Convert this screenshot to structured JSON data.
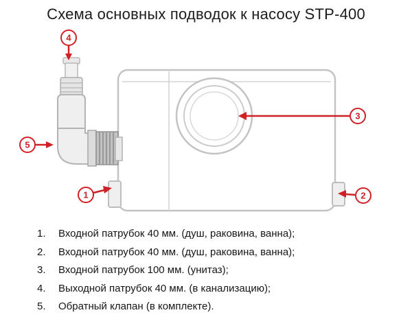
{
  "title": "Схема основных подводок к насосу STP-400",
  "colors": {
    "accent_red": "#cf2026",
    "outline_gray": "#c3c3c3",
    "ribbed_gray": "#c2c2c2"
  },
  "callouts": [
    "1",
    "2",
    "3",
    "4",
    "5"
  ],
  "legend": {
    "items": [
      {
        "num": "1.",
        "text": "Входной патрубок 40 мм. (душ, раковина, ванна);"
      },
      {
        "num": "2.",
        "text": "Входной патрубок 40 мм. (душ, раковина, ванна);"
      },
      {
        "num": "3.",
        "text": "Входной патрубок 100 мм. (унитаз);"
      },
      {
        "num": "4.",
        "text": "Выходной патрубок 40 мм. (в канализацию);"
      },
      {
        "num": "5.",
        "text": "Обратный клапан (в комплекте)."
      }
    ]
  }
}
